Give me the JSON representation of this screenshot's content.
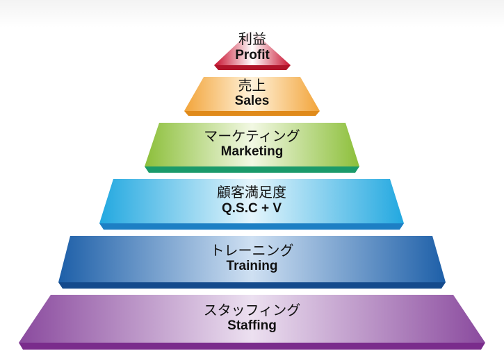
{
  "levels": [
    {
      "jp": "利益",
      "en": "Profit",
      "colors": {
        "main": "#c8102e",
        "light": "#ffffff",
        "base": "#b0142a"
      }
    },
    {
      "jp": "売上",
      "en": "Sales",
      "colors": {
        "main": "#f2a43a",
        "light": "#fff2da",
        "base": "#e08a1a"
      }
    },
    {
      "jp": "マーケティング",
      "en": "Marketing",
      "colors": {
        "main": "#8cbf3a",
        "light": "#f2f8e4",
        "base": "#1a9a6a"
      }
    },
    {
      "jp": "顧客満足度",
      "en": "Q.S.C + V",
      "colors": {
        "main": "#22a8e0",
        "light": "#e4f5fc",
        "base": "#1d7fc4"
      }
    },
    {
      "jp": "トレーニング",
      "en": "Training",
      "colors": {
        "main": "#1d5fa8",
        "light": "#cfe0f2",
        "base": "#144a8c"
      }
    },
    {
      "jp": "スタッフィング",
      "en": "Staffing",
      "colors": {
        "main": "#8a4a9e",
        "light": "#ece0f0",
        "base": "#7a2c8c"
      }
    }
  ]
}
